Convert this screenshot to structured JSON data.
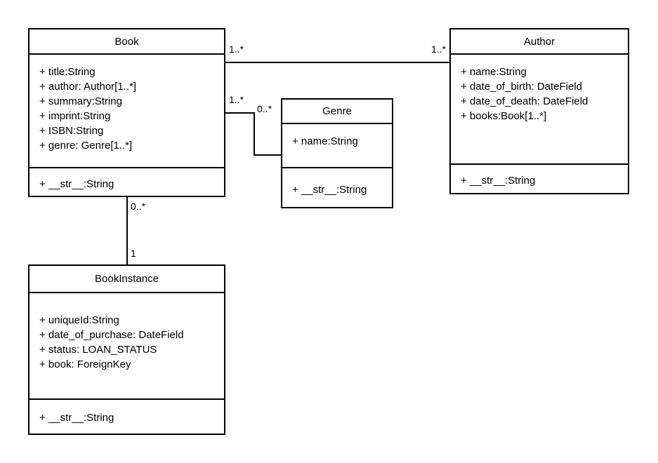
{
  "diagram": {
    "title": "Library models UML class diagram",
    "type": "uml-class-diagram",
    "stroke_color": "#000000",
    "fill_color": "#ffffff"
  },
  "classes": {
    "book": {
      "name": "Book",
      "attributes": [
        "+ title:String",
        "+ author: Author[1..*]",
        "+ summary:String",
        "+ imprint:String",
        "+ ISBN:String",
        "+ genre: Genre[1..*]"
      ],
      "operations": [
        "+ __str__:String"
      ]
    },
    "author": {
      "name": "Author",
      "attributes": [
        "+ name:String",
        "+ date_of_birth: DateField",
        "+ date_of_death: DateField",
        "+ books:Book[1..*]"
      ],
      "operations": [
        "+ __str__:String"
      ]
    },
    "genre": {
      "name": "Genre",
      "attributes": [
        "+ name:String"
      ],
      "operations": [
        "+ __str__:String"
      ]
    },
    "bookinstance": {
      "name": "BookInstance",
      "attributes": [
        "+ uniqueId:String",
        "+ date_of_purchase: DateField",
        "+ status: LOAN_STATUS",
        "+ book: ForeignKey"
      ],
      "operations": [
        "+ __str__:String"
      ]
    }
  },
  "associations": {
    "book_author": {
      "source": "Book",
      "target": "Author",
      "source_multiplicity": "1..*",
      "target_multiplicity": "1..*"
    },
    "book_genre": {
      "source": "Book",
      "target": "Genre",
      "source_multiplicity": "1..*",
      "target_multiplicity": "0..*"
    },
    "book_bookinstance": {
      "source": "Book",
      "target": "BookInstance",
      "source_multiplicity": "0..*",
      "target_multiplicity": "1"
    }
  }
}
